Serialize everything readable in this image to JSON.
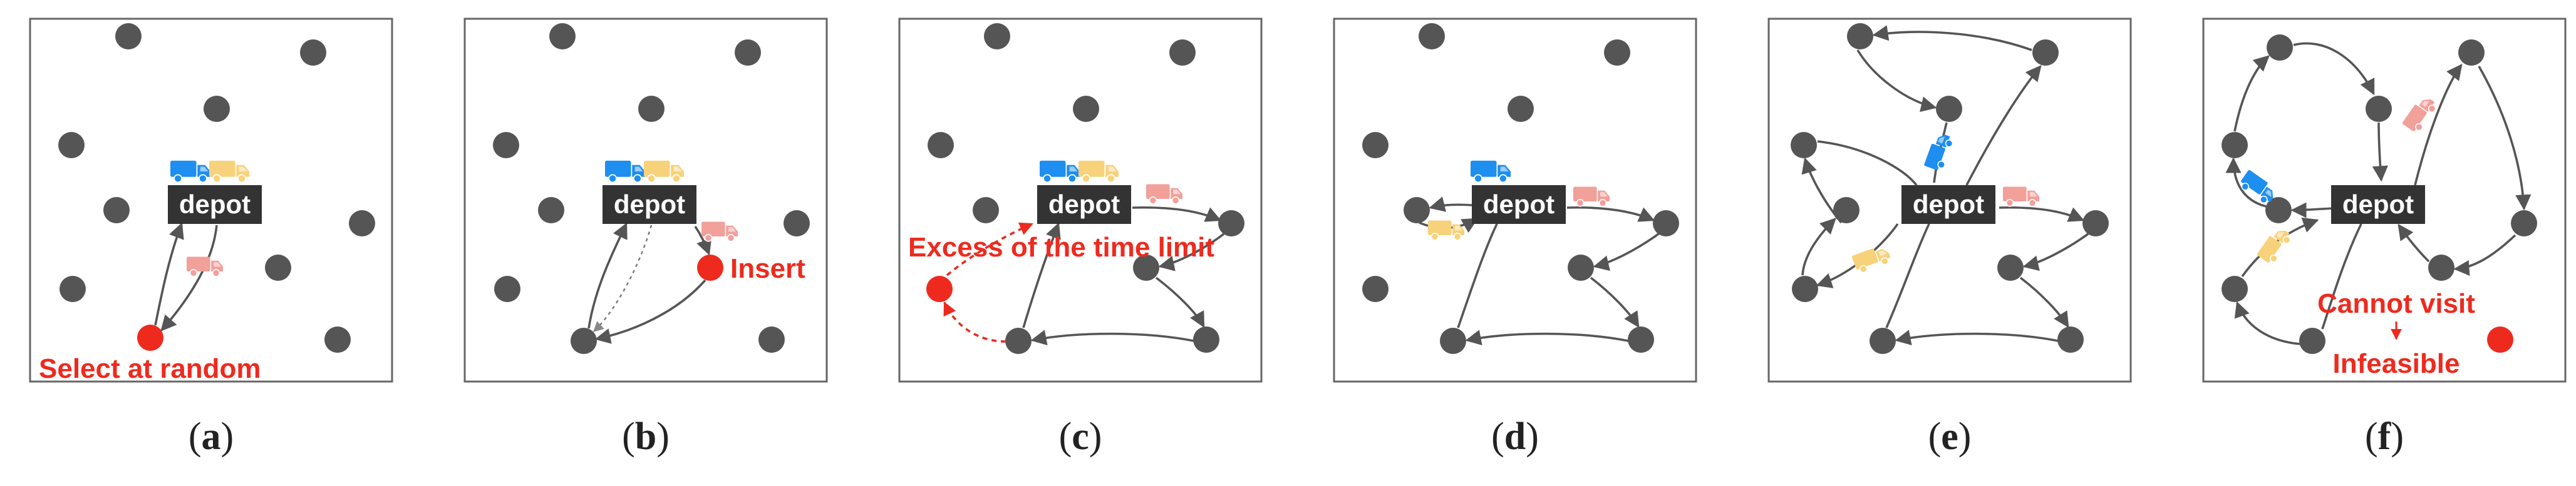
{
  "colors": {
    "node": "#555555",
    "highlight": "#ee2a1e",
    "depot_label_bg": "#333333",
    "truck_blue": "#1e8ef0",
    "truck_yellow": "#f8d27a",
    "truck_pink": "#f2a09a"
  },
  "icons": [
    "truck-icon"
  ],
  "panels": [
    {
      "id": "a",
      "depot_label": "depot",
      "caption_letter": "a",
      "annotations": [
        "Select at random"
      ]
    },
    {
      "id": "b",
      "depot_label": "depot",
      "caption_letter": "b",
      "annotations": [
        "Insert"
      ]
    },
    {
      "id": "c",
      "depot_label": "depot",
      "caption_letter": "c",
      "annotations": [
        "Excess of the time limit"
      ]
    },
    {
      "id": "d",
      "depot_label": "depot",
      "caption_letter": "d",
      "annotations": []
    },
    {
      "id": "e",
      "depot_label": "depot",
      "caption_letter": "e",
      "annotations": []
    },
    {
      "id": "f",
      "depot_label": "depot",
      "caption_letter": "f",
      "annotations": [
        "Cannot visit",
        "Infeasible"
      ]
    }
  ]
}
